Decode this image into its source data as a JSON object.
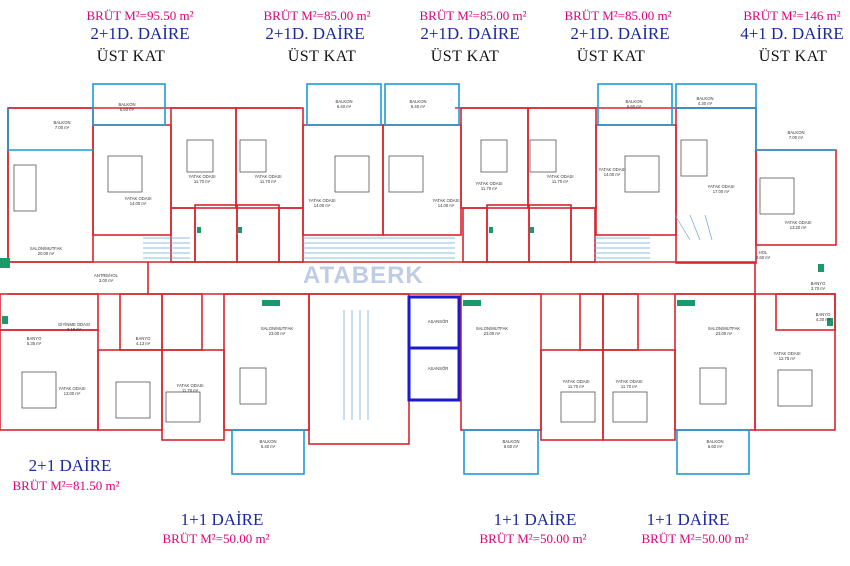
{
  "top_units": [
    {
      "area": "BRÜT M²=95.50 m²",
      "type": "2+1D. DAİRE",
      "floor": "ÜST KAT"
    },
    {
      "area": "BRÜT M²=85.00 m²",
      "type": "2+1D. DAİRE",
      "floor": "ÜST KAT"
    },
    {
      "area": "BRÜT M²=85.00 m²",
      "type": "2+1D. DAİRE",
      "floor": "ÜST KAT"
    },
    {
      "area": "BRÜT M²=85.00 m²",
      "type": "2+1D. DAİRE",
      "floor": "ÜST KAT"
    },
    {
      "area": "BRÜT M²=146 m²",
      "type": "4+1 D. DAİRE",
      "floor": "ÜST KAT"
    }
  ],
  "left_unit": {
    "type": "2+1 DAİRE",
    "area": "BRÜT M²=81.50 m²"
  },
  "bottom_units": [
    {
      "type": "1+1 DAİRE",
      "area": "BRÜT M²=50.00 m²"
    },
    {
      "type": "1+1 DAİRE",
      "area": "BRÜT M²=50.00 m²"
    },
    {
      "type": "1+1 DAİRE",
      "area": "BRÜT M²=50.00 m²"
    }
  ],
  "watermark": "ATABERK",
  "rooms": {
    "balkon_a": "BALKON\n6.60 m²",
    "balkon_b": "BALKON\n7.00 m²",
    "balkon_c": "BALKON\n6.40 m²",
    "balkon_d": "BALKON\n6.40 m²",
    "balkon_e": "BALKON\n6.60 m²",
    "balkon_f": "BALKON\n4.30 m²",
    "balkon_g": "BALKON\n7.00 m²",
    "yatak_1": "YATAK ODASI\n14.00 m²",
    "yatak_2": "YATAK ODASI\n11.70 m²",
    "yatak_3": "YATAK ODASI\n11.70 m²",
    "yatak_4": "YATAK ODASI\n14.00 m²",
    "yatak_5": "YATAK ODASI\n14.00 m²",
    "yatak_6": "YATAK ODASI\n11.70 m²",
    "yatak_7": "YATAK ODASI\n11.70 m²",
    "yatak_8": "YATAK ODASI\n14.00 m²",
    "yatak_9": "YATAK ODASI\n17.00 m²",
    "yatak_10": "YATAK ODASI\n13.20 m²",
    "salon_left": "SALON/MUTFAK\n20.00 m²",
    "antre": "ANTRE/HOL\n3.00 m²",
    "giyinme": "GİYİNME ODASI\n3.10 m²",
    "banyo_left": "BANYO\n5.35 m²",
    "yatak_left": "YATAK ODASI\n13.00 m²",
    "banyo_1": "BANYO\n4.13 m²",
    "yatak_b1": "YATAK ODASI\n11.70 m²",
    "salon_b1": "SALON/MUTFAK\n23.00 m²",
    "balkon_b1": "BALKON\n6.40 m²",
    "asansor_1": "ASANSÖR",
    "asansor_2": "ASANSÖR",
    "salon_b2": "SALON/MUTFAK\n23.00 m²",
    "balkon_b2": "BALKON\n6.60 m²",
    "yatak_b2": "YATAK ODASI\n11.70 m²",
    "yatak_b3": "YATAK ODASI\n11.70 m²",
    "salon_b3": "SALON/MUTFAK\n23.00 m²",
    "balkon_b3": "BALKON\n6.60 m²",
    "yatak_right": "YATAK ODASI\n12.75 m²",
    "banyo_r1": "BANYO\n3.70 m²",
    "banyo_r2": "BANYO\n4.30 m²",
    "hol_r": "HOL\n3.60 m²"
  },
  "colors": {
    "wall": "#d7262f",
    "balcony": "#1e9bd6",
    "elevator": "#1a1ad0",
    "area_text": "#e0007a",
    "type_text": "#1a2a9c",
    "fixture": "#1a9a6a"
  }
}
